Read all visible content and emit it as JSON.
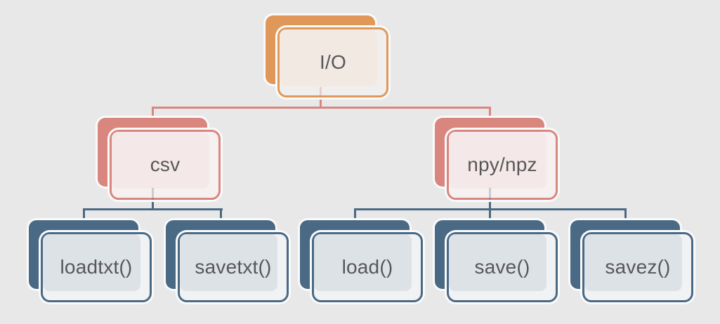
{
  "diagram": {
    "type": "hierarchy-tree",
    "root": {
      "label": "I/O"
    },
    "branches": [
      {
        "label": "csv",
        "children": [
          {
            "label": "loadtxt()"
          },
          {
            "label": "savetxt()"
          }
        ]
      },
      {
        "label": "npy/npz",
        "children": [
          {
            "label": "load()"
          },
          {
            "label": "save()"
          },
          {
            "label": "savez()"
          }
        ]
      }
    ]
  },
  "colors": {
    "bg": "#e8e8e8",
    "text": "#57575a",
    "rim": "#fafafa",
    "accent-root": "#e0985a",
    "accent-branch": "#d9867f",
    "accent-leaf": "#4a6985",
    "face-root": "#f0efee",
    "tint-root": "#f2e9e3",
    "face-branch": "#f6f1f0",
    "tint-branch": "#f4e9e8",
    "face-leaf": "#f1f2f4",
    "tint-leaf": "#dde2e7"
  }
}
